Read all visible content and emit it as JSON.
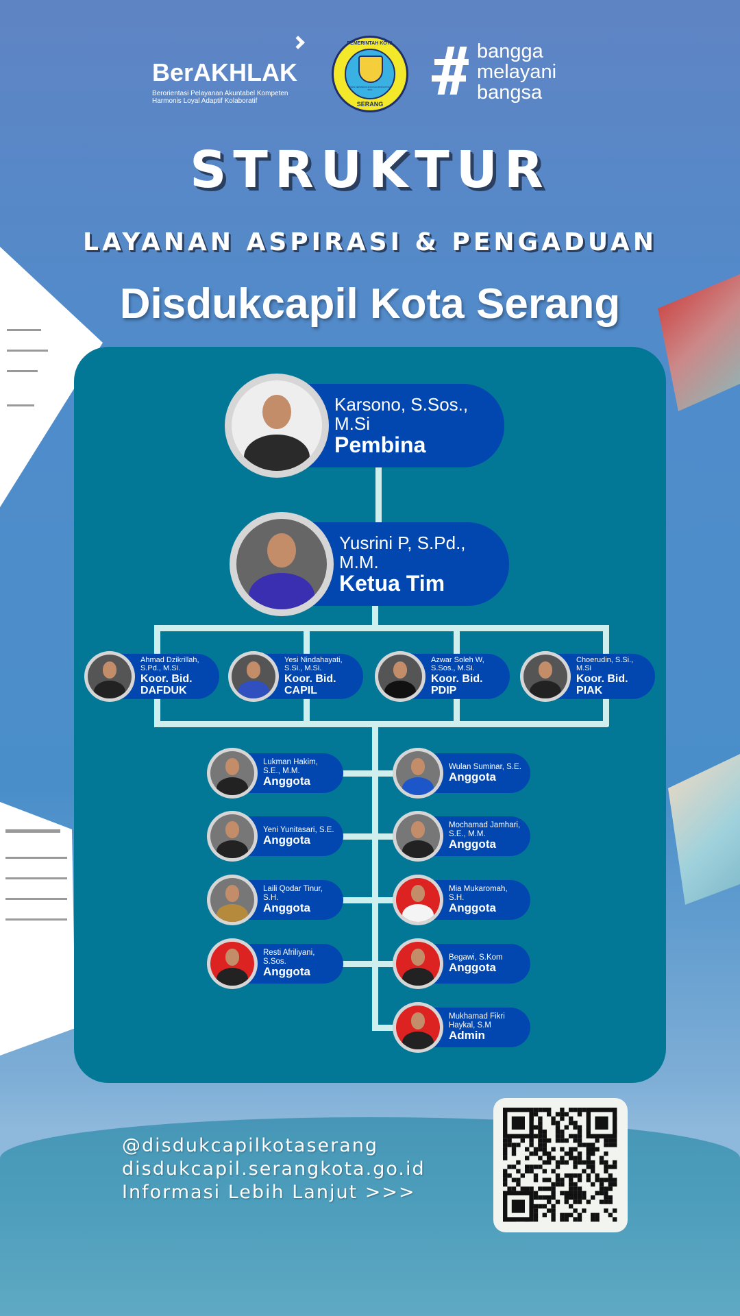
{
  "header": {
    "berakhlak": {
      "title": "BerAKHLAK",
      "tagline_1": "Berorientasi Pelayanan Akuntabel Kompeten",
      "tagline_2": "Harmonis Loyal Adaptif Kolaboratif"
    },
    "seal": {
      "top": "PEMERINTAH KOTA",
      "ring": "DINAS KEPENDUDUKAN DAN PENCATATAN SIPIL",
      "bottom": "SERANG"
    },
    "bangga": {
      "line_1": "bangga",
      "line_2": "melayani",
      "line_3": "bangsa"
    }
  },
  "title": "STRUKTUR",
  "subtitle": "LAYANAN ASPIRASI & PENGADUAN",
  "subtitle2": "Disdukcapil Kota Serang",
  "org": {
    "pembina": {
      "name": "Karsono, S.Sos., M.Si",
      "role": "Pembina"
    },
    "ketua": {
      "name": "Yusrini P, S.Pd., M.M.",
      "role": "Ketua Tim"
    },
    "koordinator": [
      {
        "name": "Ahmad Dzikrillah, S.Pd., M.Si.",
        "role": "Koor. Bid. DAFDUK"
      },
      {
        "name": "Yesi Nindahayati, S.Si., M.Si.",
        "role": "Koor. Bid. CAPIL"
      },
      {
        "name": "Azwar Soleh W, S.Sos., M.Si.",
        "role": "Koor. Bid. PDIP"
      },
      {
        "name": "Choerudin, S.Si., M.Si",
        "role": "Koor. Bid. PIAK"
      }
    ],
    "anggota_left": [
      {
        "name": "Lukman Hakim, S.E., M.M.",
        "role": "Anggota"
      },
      {
        "name": "Yeni Yunitasari, S.E.",
        "role": "Anggota"
      },
      {
        "name": "Laili Qodar Tinur, S.H.",
        "role": "Anggota"
      },
      {
        "name": "Resti Afriliyani, S.Sos.",
        "role": "Anggota"
      }
    ],
    "anggota_right": [
      {
        "name": "Wulan Suminar, S.E.",
        "role": "Anggota"
      },
      {
        "name": "Mochamad Jamhari, S.E., M.M.",
        "role": "Anggota"
      },
      {
        "name": "Mia Mukaromah, S.H.",
        "role": "Anggota"
      },
      {
        "name": "Begawi, S.Kom",
        "role": "Anggota"
      },
      {
        "name": "Mukhamad Fikri Haykal, S.M",
        "role": "Admin"
      }
    ]
  },
  "footer": {
    "instagram": "@disdukcapilkotaserang",
    "website": "disdukcapil.serangkota.go.id",
    "more": "Informasi Lebih Lanjut >>>"
  },
  "colors": {
    "panel": "#037896",
    "pill": "#0247b0",
    "connector": "#cfeeee"
  }
}
